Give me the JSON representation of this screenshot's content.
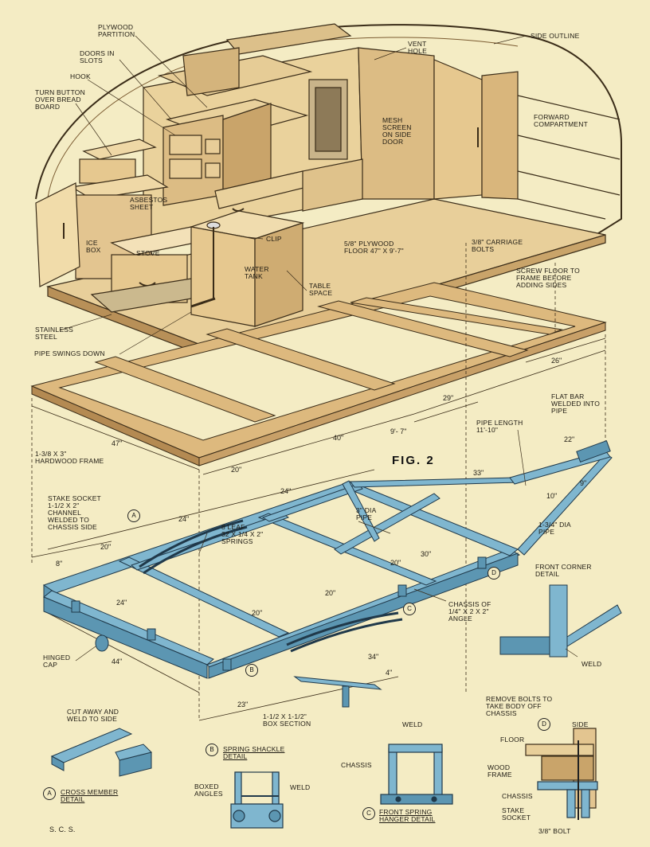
{
  "figure_label": "FIG. 2",
  "signature": "S. C. S.",
  "colors": {
    "background": "#f4ecc4",
    "wood": "#e3c590",
    "wood_dark": "#b89058",
    "steel": "#7fb6cf",
    "ink": "#1e1a12"
  },
  "trailer_labels": {
    "plywood_partition": "PLYWOOD\nPARTITION",
    "doors_in_slots": "DOORS IN\nSLOTS",
    "hook": "HOOK",
    "turn_button": "TURN BUTTON\nOVER BREAD\nBOARD",
    "vent_hole": "VENT\nHOLE",
    "side_outline": "SIDE OUTLINE",
    "forward_compartment": "FORWARD\nCOMPARTMENT",
    "mesh_screen": "MESH\nSCREEN\nON SIDE\nDOOR",
    "asbestos_sheet": "ASBESTOS\nSHEET",
    "ice_box": "ICE\nBOX",
    "stove": "STOVE",
    "clip": "CLIP",
    "water_tank": "WATER\nTANK",
    "plywood_floor": "5/8\" PLYWOOD\nFLOOR 47\" X 9'-7\"",
    "carriage_bolts": "3/8\" CARRIAGE\nBOLTS",
    "screw_floor": "SCREW FLOOR TO\nFRAME BEFORE\nADDING SIDES",
    "table_space": "TABLE\nSPACE",
    "stainless_steel": "STAINLESS\nSTEEL",
    "pipe_swings": "PIPE SWINGS DOWN"
  },
  "frame_labels": {
    "hardwood_frame": "1-3/8 X 3\"\nHARDWOOD FRAME",
    "dim_47": "47\"",
    "dim_20_top": "20\"",
    "dim_40": "40\"",
    "dim_9_7": "9'- 7\"",
    "dim_29": "29\"",
    "dim_26": "26\""
  },
  "chassis_labels": {
    "pipe_length": "PIPE LENGTH\n11'-10\"",
    "flat_bar": "FLAT BAR\nWELDED INTO\nPIPE",
    "dim_22": "22\"",
    "dim_33": "33\"",
    "dim_9": "9\"",
    "dim_10": "10\"",
    "dia_pipe_134": "1-3/4\" DIA\nPIPE",
    "stake_socket": "STAKE SOCKET\n1-1/2 X 2\"\nCHANNEL\nWELDED TO\nCHASSIS SIDE",
    "dim_24a": "24\"",
    "dim_24b": "24\"",
    "dim_20a": "20\"",
    "dim_8": "8\"",
    "leaf_springs": "8 LEAF\n32 X 1/4 X 2\"\nSPRINGS",
    "dia_pipe_3": "3\" DIA\nPIPE",
    "dim_20b": "20\"",
    "dim_30": "30\"",
    "dim_24c": "24\"",
    "dim_20c": "20\"",
    "dim_20d": "20\"",
    "chassis_angle": "CHASSIS OF\n1/4\" X 2 X 2\"\nANGLE",
    "front_corner": "FRONT CORNER\nDETAIL",
    "weld": "WELD",
    "hinged_cap": "HINGED\nCAP",
    "dim_44": "44\"",
    "dim_34": "34\"",
    "dim_4": "4\"",
    "dim_23": "23\"",
    "box_section": "1-1/2 X 1-1/2\"\nBOX SECTION"
  },
  "details": {
    "cut_away": "CUT AWAY AND\nWELD TO SIDE",
    "a_letter": "A",
    "a_title": "CROSS MEMBER\nDETAIL",
    "b_letter": "B",
    "b_title": "SPRING SHACKLE\nDETAIL",
    "boxed_angles": "BOXED\nANGLES",
    "b_weld": "WELD",
    "c_weld": "WELD",
    "c_chassis": "CHASSIS",
    "c_letter": "C",
    "c_title": "FRONT SPRING\nHANGER DETAIL",
    "remove_bolts": "REMOVE BOLTS TO\nTAKE BODY OFF\nCHASSIS",
    "d_letter": "D",
    "d_side": "SIDE",
    "d_floor": "FLOOR",
    "d_wood_frame": "WOOD\nFRAME",
    "d_chassis": "CHASSIS",
    "d_stake": "STAKE\nSOCKET",
    "d_bolt": "3/8\" BOLT"
  },
  "markers": {
    "a": "A",
    "b": "B",
    "c": "C",
    "d": "D"
  }
}
